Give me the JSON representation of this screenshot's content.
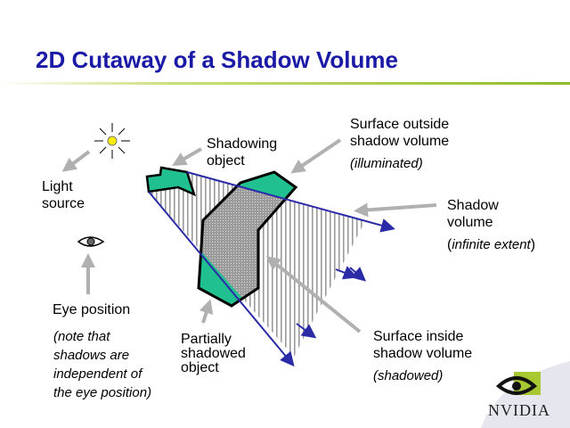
{
  "title": "2D Cutaway of a Shadow Volume",
  "labels": {
    "light_source": [
      "Light",
      "source"
    ],
    "shadowing_object": [
      "Shadowing",
      "object"
    ],
    "surface_outside": [
      "Surface outside",
      "shadow volume",
      "(illuminated)"
    ],
    "shadow_volume": [
      "Shadow",
      "volume",
      "(",
      "infinite extent",
      ")"
    ],
    "eye_position": "Eye position",
    "eye_note": [
      "(note that",
      "shadows are",
      "independent of",
      "the eye position)"
    ],
    "partially_shadowed": [
      "Partially",
      "shadowed",
      "object"
    ],
    "surface_inside": [
      "Surface inside",
      "shadow volume",
      "(shadowed)"
    ]
  },
  "logo": "NVIDIA",
  "colors": {
    "title": "#1a1aa6",
    "object": "#20c090",
    "ray": "#2b2ba8",
    "arrow": "#b0b0b0",
    "sun": "#ffee00"
  }
}
